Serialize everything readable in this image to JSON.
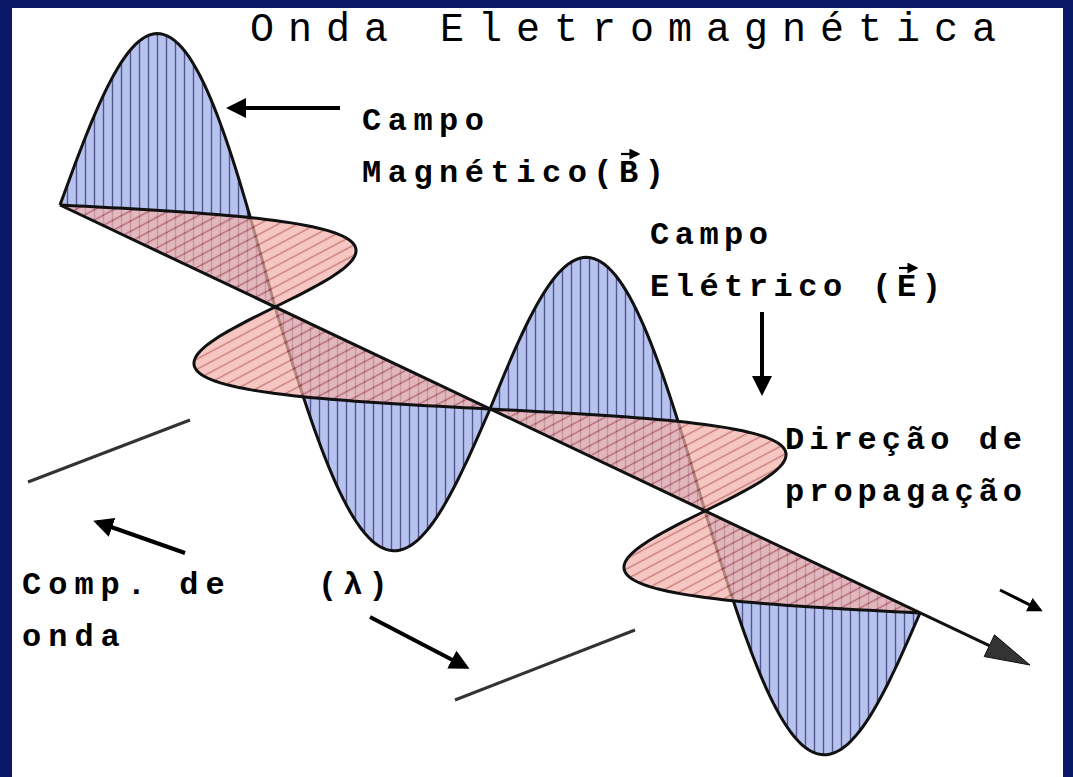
{
  "diagram": {
    "title": "Onda Eletromagnética",
    "labels": [
      "Campo Magnético(B)",
      "Campo Elétrico (E)",
      "Direção de propagação",
      "Comp. de onda",
      "(λ)"
    ]
  }
}
